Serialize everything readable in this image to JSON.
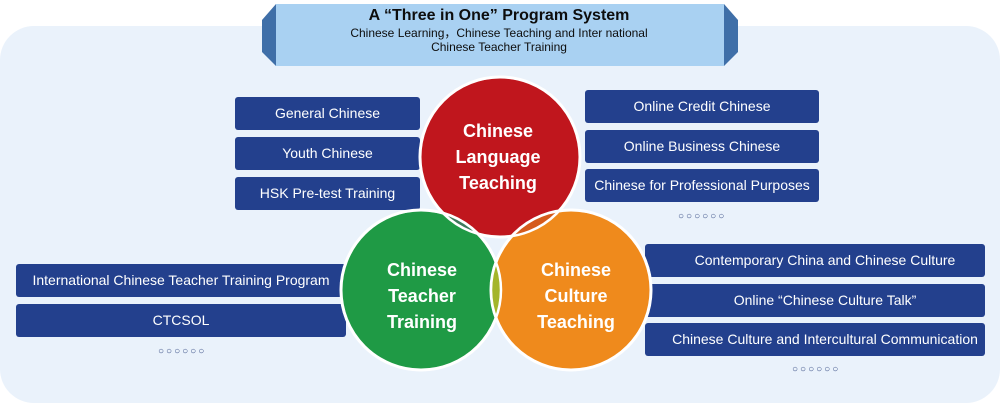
{
  "banner": {
    "title": "A “Three in One” Program System",
    "subtitle_line1": "Chinese Learning，Chinese Teaching and Inter national",
    "subtitle_line2": "Chinese Teacher Training"
  },
  "circles": {
    "language": {
      "line1": "Chinese",
      "line2": "Language",
      "line3": "Teaching",
      "color": "#c0161d"
    },
    "teacher": {
      "line1": "Chinese",
      "line2": "Teacher",
      "line3": "Training",
      "color": "#1f9a45"
    },
    "culture": {
      "line1": "Chinese",
      "line2": "Culture",
      "line3": "Teaching",
      "color": "#ef8a1c"
    }
  },
  "language_left": [
    "General Chinese",
    "Youth Chinese",
    "HSK Pre-test Training"
  ],
  "language_right": [
    "Online Credit Chinese",
    "Online Business Chinese",
    "Chinese for Professional Purposes"
  ],
  "teacher_items": [
    "International Chinese Teacher Training Program",
    "CTCSOL"
  ],
  "culture_items": [
    "Contemporary China and Chinese Culture",
    "Online “Chinese Culture Talk”",
    "Chinese Culture and Intercultural Communication"
  ],
  "more_marker": "○○○○○○",
  "colors": {
    "pill": "#23408d",
    "panel": "#eaf2fb",
    "banner": "#a9d1f2"
  }
}
